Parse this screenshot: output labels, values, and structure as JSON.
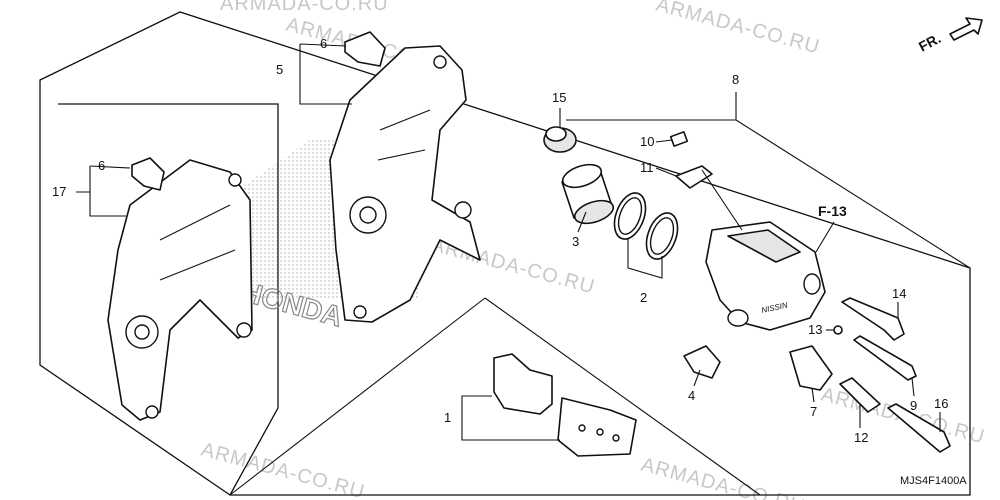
{
  "watermarks": [
    "ARMADA-CO.RU",
    "ARMADA-CO.RU",
    "ARMADA-CO.RU",
    "ARMADA-CO.RU",
    "ARMADA-CO.RU",
    "ARMADA-CO.RU",
    "ARMADA-CO.RU"
  ],
  "direction_label": "FR.",
  "reference_label": "F-13",
  "logo_text": "HONDA",
  "caliper_brand": "NISSIN",
  "diagram_code": "MJS4F1400A",
  "callouts": [
    "1",
    "2",
    "3",
    "4",
    "5",
    "6",
    "6",
    "7",
    "8",
    "9",
    "10",
    "11",
    "12",
    "13",
    "14",
    "15",
    "16",
    "17"
  ]
}
